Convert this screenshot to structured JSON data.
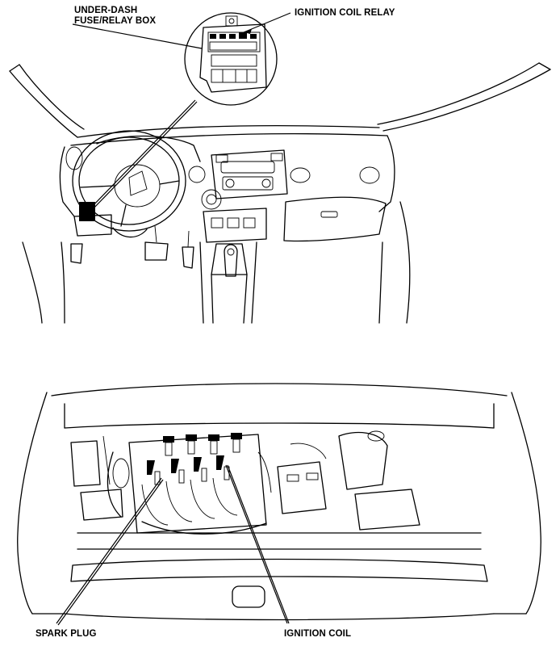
{
  "labels": {
    "under_dash_line1": "UNDER-DASH",
    "under_dash_line2": "FUSE/RELAY BOX",
    "ignition_coil_relay": "IGNITION COIL RELAY",
    "spark_plug": "SPARK PLUG",
    "ignition_coil": "IGNITION COIL"
  },
  "colors": {
    "ink": "#000000",
    "paper": "#ffffff"
  }
}
